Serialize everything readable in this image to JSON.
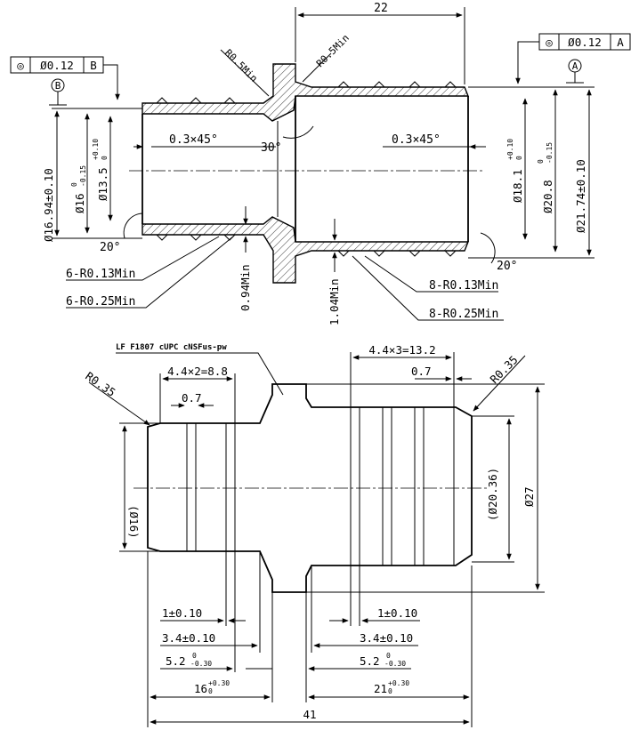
{
  "top_view": {
    "dim_22": "22",
    "r05_left": "R0.5Min",
    "r05_right": "R0.5Min",
    "fcf_left": {
      "symbol": "◎",
      "tol": "Ø0.12",
      "datum": "B"
    },
    "fcf_right": {
      "symbol": "◎",
      "tol": "Ø0.12",
      "datum": "A"
    },
    "datum_a": "A",
    "datum_b": "B",
    "chamfer_left": "0.3×45°",
    "chamfer_right": "0.3×45°",
    "angle_30": "30°",
    "angle_20_left": "20°",
    "angle_20_right": "20°",
    "dia_1694": "Ø16.94±0.10",
    "dia_16": "Ø16",
    "dia_16_tol": "-0.15",
    "dia_16_tol_upper": "0",
    "dia_135": "Ø13.5",
    "dia_135_tol_upper": "+0.10",
    "dia_135_tol_lower": "0",
    "dia_181": "Ø18.1",
    "dia_181_tol_upper": "+0.10",
    "dia_181_tol_lower": "0",
    "dia_208": "Ø20.8",
    "dia_208_tol": "-0.15",
    "dia_208_tol_upper": "0",
    "dia_2174": "Ø21.74±0.10",
    "r013_left": "6-R0.13Min",
    "r025_left": "6-R0.25Min",
    "r013_right": "8-R0.13Min",
    "r025_right": "8-R0.25Min",
    "min_094": "0.94Min",
    "min_104": "1.04Min"
  },
  "bottom_view": {
    "marking": "LF  F1807 cUPC cNSFus-pw",
    "pitch_right": "4.4×3=13.2",
    "pitch_left": "4.4×2=8.8",
    "w07_right": "0.7",
    "w07_left": "0.7",
    "r035_left": "R0.35",
    "r035_right": "R0.35",
    "dia_16_ref": "(Ø16)",
    "dia_2036_ref": "(Ø20.36)",
    "dia_27": "Ø27",
    "d1_left": "1±0.10",
    "d1_right": "1±0.10",
    "d34_left": "3.4±0.10",
    "d34_right": "3.4±0.10",
    "d52_left": "5.2",
    "d52_right": "5.2",
    "d52_tol_upper": "0",
    "d52_tol_lower": "-0.30",
    "d16": "16",
    "d16_tol_upper": "+0.30",
    "d16_tol_lower": "0",
    "d21": "21",
    "d21_tol_upper": "+0.30",
    "d21_tol_lower": "0",
    "d41": "41"
  }
}
